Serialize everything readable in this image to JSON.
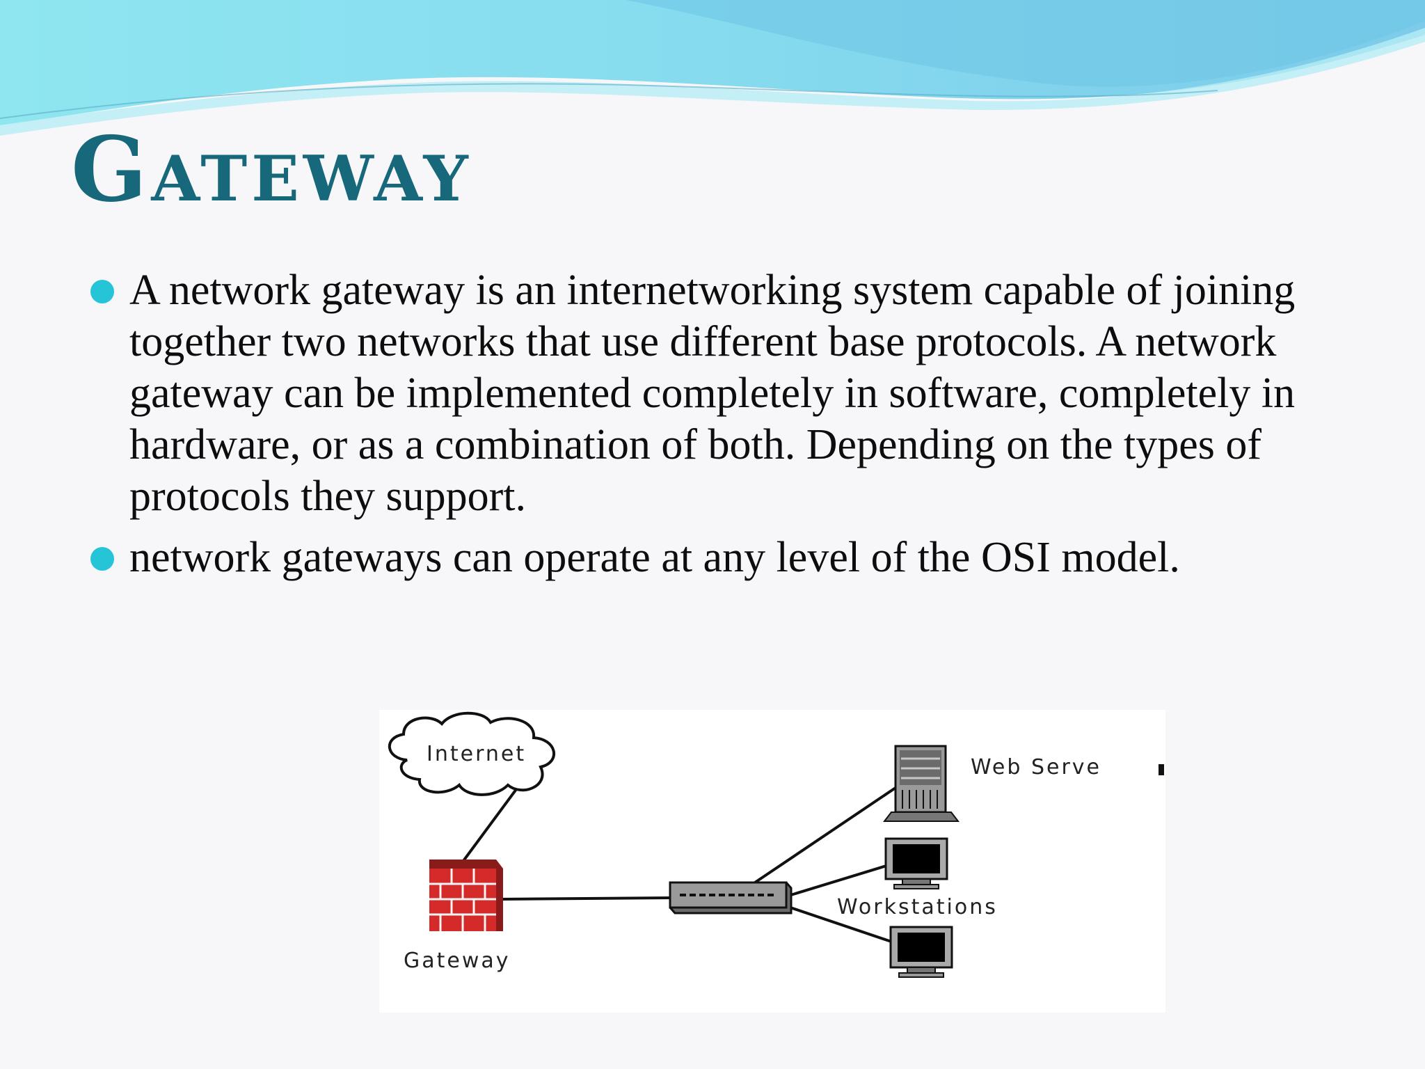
{
  "slide": {
    "title": "Gateway",
    "bullets": [
      "A network gateway is an internetworking system capable of joining together two networks that use different base protocols. A network gateway can be implemented completely in software, completely in hardware, or as a combination of both. Depending on the types of protocols they support.",
      "network gateways can operate at any level of the OSI model."
    ]
  },
  "diagram": {
    "labels": {
      "internet": "Internet",
      "web_server": "Web Serve",
      "workstations": "Workstations",
      "gateway": "Gateway"
    }
  },
  "colors": {
    "title": "#16687a",
    "bullet": "#25c4d6",
    "firewall": "#d42a2a",
    "wave_dark": "#7ed8ea",
    "wave_light": "#d7f3f8"
  }
}
